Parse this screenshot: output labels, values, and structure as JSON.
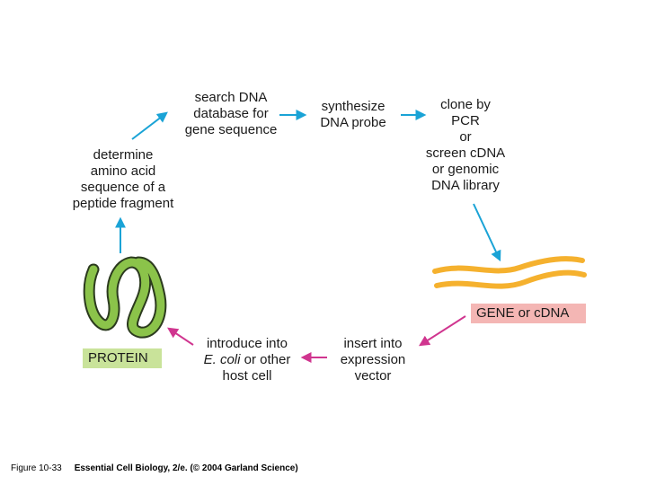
{
  "steps": {
    "search": "search DNA\ndatabase for\ngene sequence",
    "synthesize": "synthesize\nDNA probe",
    "clone": "clone by\nPCR\nor\nscreen cDNA\nor genomic\nDNA library",
    "determine": "determine\namino acid\nsequence of a\npeptide fragment",
    "insert": "insert into\nexpression\nvector",
    "introduce_line1": "introduce into",
    "introduce_species": "E. coli",
    "introduce_line2_rest": " or other",
    "introduce_line3": "host cell"
  },
  "labels": {
    "gene": "GENE or cDNA",
    "protein": "PROTEIN"
  },
  "caption": {
    "figure": "Figure 10-33",
    "source": "Essential Cell Biology, 2/e. (© 2004 Garland Science)"
  },
  "colors": {
    "arrow_blue": "#1aa3d6",
    "arrow_magenta": "#d0358f",
    "gene_fill": "#f5b12e",
    "gene_label_bg": "#f4b6b4",
    "protein_fill": "#8bc34a",
    "protein_label_bg": "#c9e39a"
  }
}
